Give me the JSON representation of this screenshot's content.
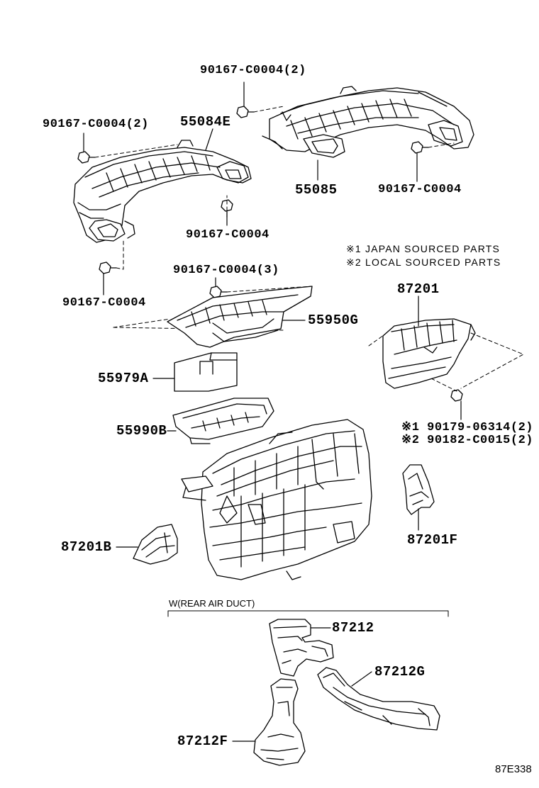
{
  "labels": {
    "top_bolt_2": "90167-C0004(2)",
    "left_bolt_2": "90167-C0004(2)",
    "duct_55084e": "55084E",
    "duct_55085": "55085",
    "bolt_right": "90167-C0004",
    "bolt_center": "90167-C0004",
    "bolt_left_lower": "90167-C0004",
    "bolt_3": "90167-C0004(3)",
    "part_55950g": "55950G",
    "part_55979a": "55979A",
    "part_55990b": "55990B",
    "part_87201": "87201",
    "part_87201b": "87201B",
    "part_87201f": "87201F",
    "screw_jp": "※1 90179-06314(2)",
    "screw_local": "※2 90182-C0015(2)",
    "part_87212": "87212",
    "part_87212g": "87212G",
    "part_87212f": "87212F"
  },
  "notes": {
    "japan": "※1 JAPAN SOURCED PARTS",
    "local": "※2 LOCAL SOURCED PARTS"
  },
  "section": {
    "rear_air_duct": "W(REAR AIR DUCT)"
  },
  "diagram_code": "87E338"
}
